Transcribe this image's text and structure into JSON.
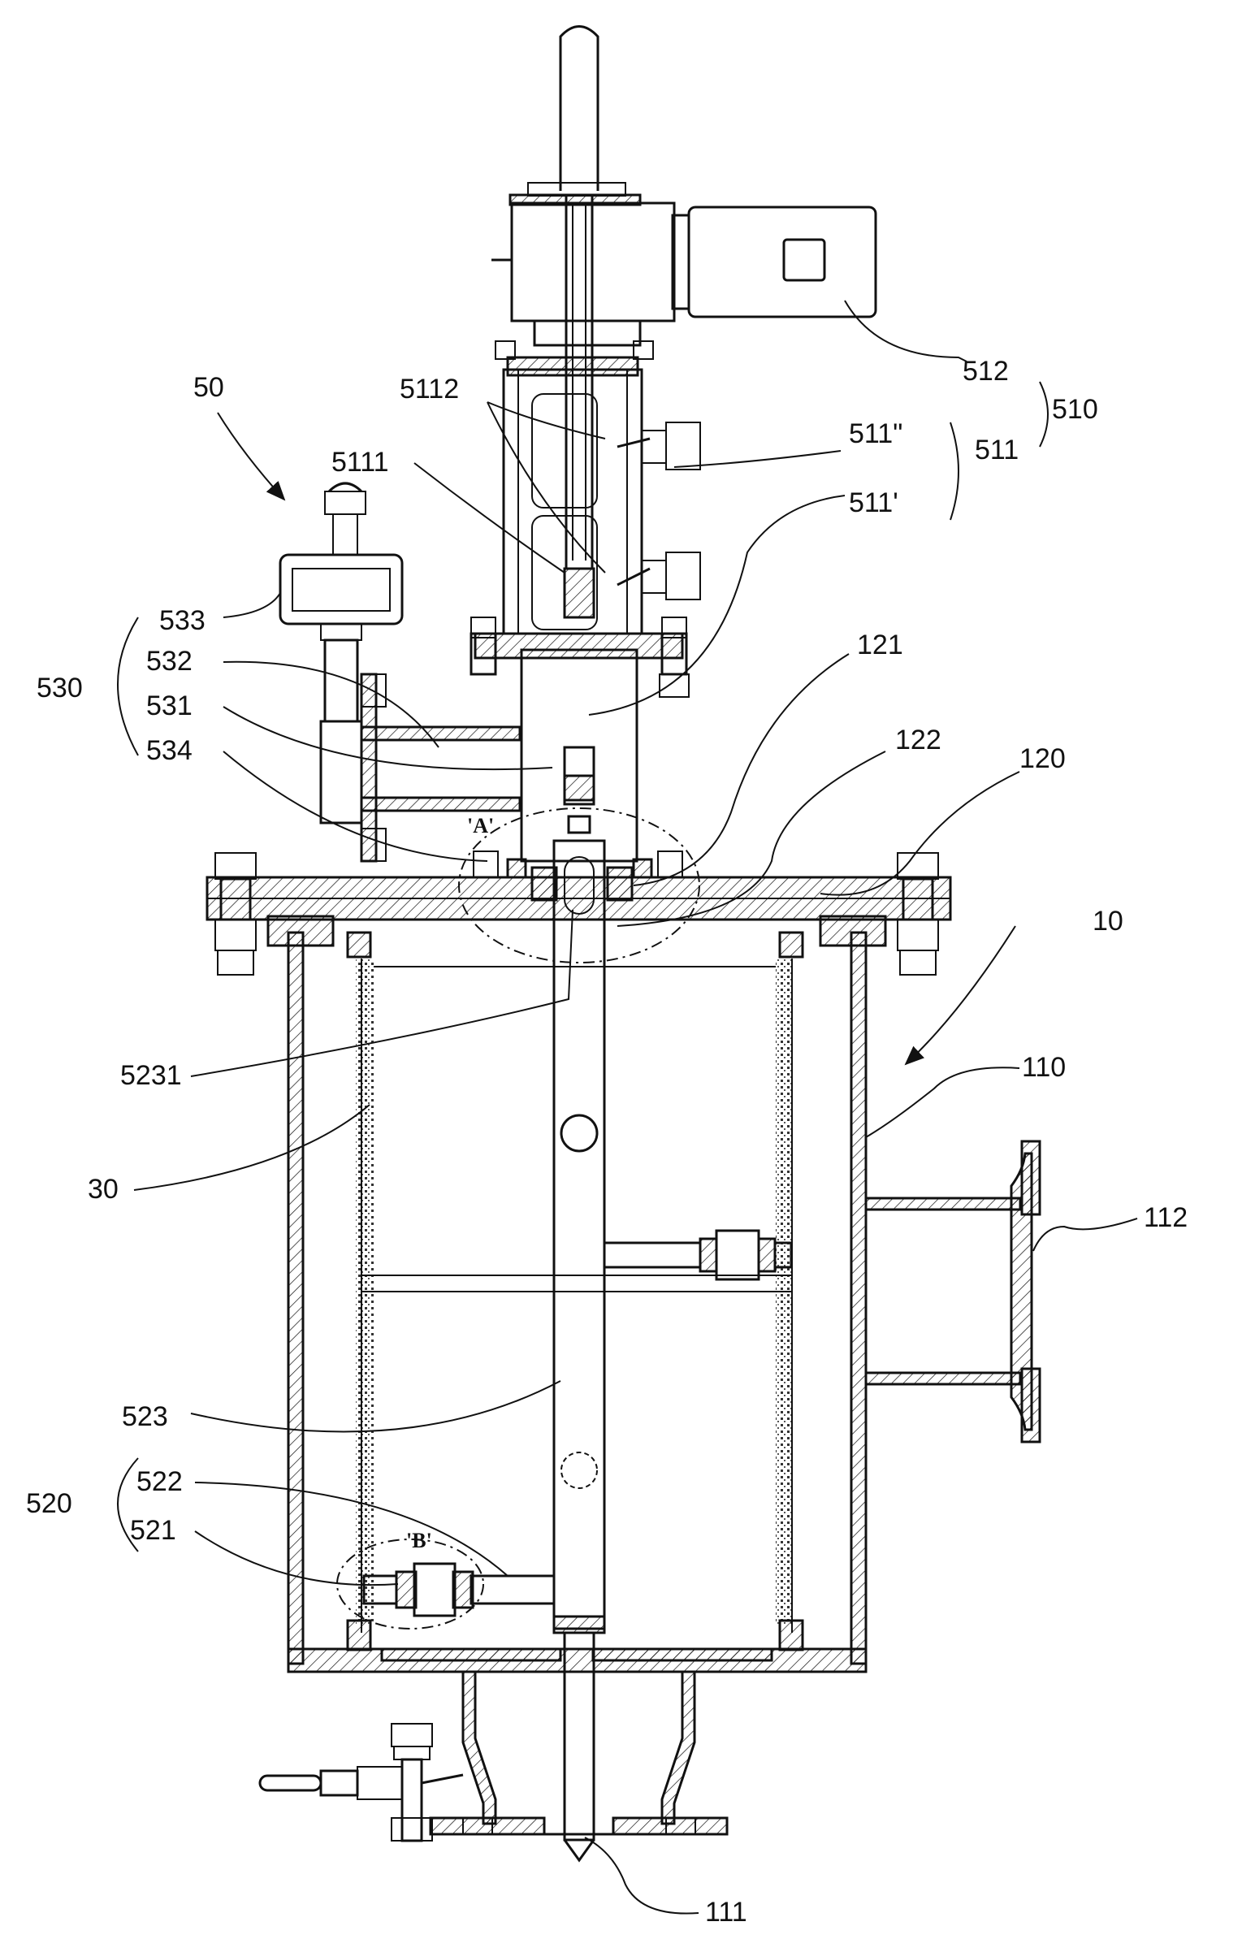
{
  "labels": {
    "l50": "50",
    "l512": "512",
    "l510": "510",
    "l5112": "5112",
    "l511pp": "511\"",
    "l511": "511",
    "l5111": "5111",
    "l511p": "511'",
    "l533": "533",
    "l532": "532",
    "l530": "530",
    "l531": "531",
    "l534": "534",
    "l121": "121",
    "l122": "122",
    "l120": "120",
    "l10": "10",
    "l5231": "5231",
    "l110": "110",
    "l30": "30",
    "l112": "112",
    "l523": "523",
    "l522": "522",
    "l520": "520",
    "l521": "521",
    "l111": "111"
  },
  "detail_marks": {
    "a": "'A'",
    "b": "'B'"
  }
}
